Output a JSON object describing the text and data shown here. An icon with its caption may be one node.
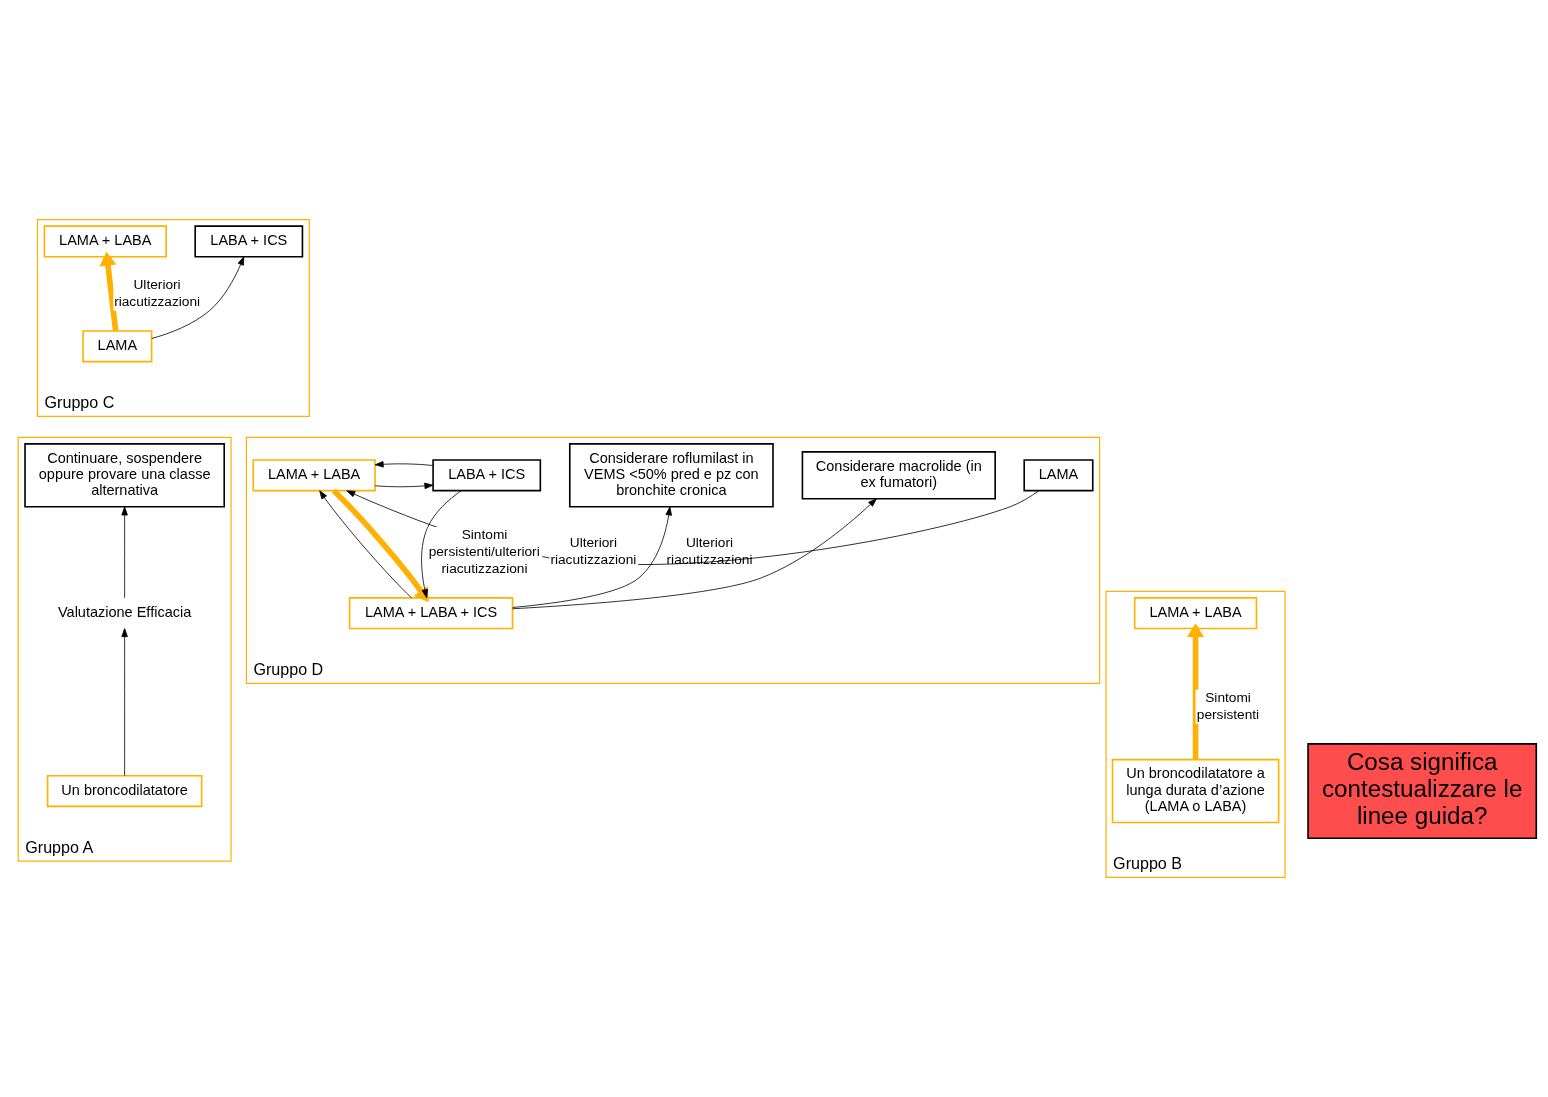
{
  "diagram": {
    "nodes": [
      {
        "text": [
          "Gruppo C"
        ]
      },
      {
        "text": [
          "LAMA + LABA"
        ],
        "in": 0
      },
      {
        "text": [
          "LABA + ICS"
        ],
        "in": 0
      },
      {
        "text": [
          "LAMA"
        ],
        "in": 0
      },
      {
        "text": [
          "Gruppo D"
        ]
      },
      {
        "text": [
          "Considerare roflumilast in VEMS <50% pred e pz con bronchite cronica"
        ],
        "in": 4
      },
      {
        "text": [
          "Considerare macrolide (in ex fumatori)"
        ],
        "in": 4
      },
      {
        "text": [
          "LAMA + LABA + ICS"
        ],
        "in": 4
      },
      {
        "text": [
          "LAMA"
        ],
        "in": 4
      },
      {
        "text": [
          "LAMA + LABA"
        ],
        "in": 4
      },
      {
        "text": [
          "LABA + ICS"
        ],
        "in": 4
      },
      {
        "text": [
          "Gruppo A"
        ]
      },
      {
        "text": [
          "Continuare, sospendere oppure provare una classe alternativa"
        ],
        "in": 11
      },
      {
        "text": [
          "Valutazione Efficacia"
        ],
        "in": 11
      },
      {
        "text": [
          "Un broncodilatatore"
        ],
        "in": 11
      },
      {
        "text": [
          "Gruppo B"
        ]
      },
      {
        "text": [
          "LAMA + LABA"
        ],
        "in": 15
      },
      {
        "text": [
          "Un broncodilatatore a lunga durata d’azione (LAMA o LABA)"
        ],
        "in": 15
      }
    ],
    "edges": [
      {
        "from": 3,
        "to": 1,
        "arrow": "to",
        "label": "Ulteriori riacutizzazioni",
        "style": "thick",
        "color": "#ffb000"
      },
      {
        "from": 3,
        "to": 2,
        "arrow": "to"
      },
      {
        "from": 8,
        "to": 9,
        "arrow": "to",
        "label": "Ulteriori riacutizzazioni"
      },
      {
        "from": 9,
        "to": 7,
        "arrow": "to",
        "style": "thick",
        "color": "#ffb000"
      },
      {
        "from": 7,
        "to": 9,
        "arrow": "to"
      },
      {
        "from": 7,
        "to": 5,
        "arrow": "to",
        "label": "Ulteriori riacutizzazioni"
      },
      {
        "from": 7,
        "to": 6,
        "arrow": "to"
      },
      {
        "from": 10,
        "to": 9,
        "arrow": "to"
      },
      {
        "from": 9,
        "to": 10,
        "arrow": "to"
      },
      {
        "from": 10,
        "to": 7,
        "arrow": "to",
        "label": "Sintomi persistenti/ulteriori riacutizzazioni"
      },
      {
        "from": 14,
        "to": 13,
        "arrow": "to"
      },
      {
        "from": 13,
        "to": 12,
        "arrow": "to"
      },
      {
        "from": 17,
        "to": 16,
        "arrow": "to",
        "label": "Sintomi persistenti",
        "style": "thick",
        "color": "#ffb000"
      }
    ],
    "labels": [
      "Cosa significa contestualizzare le linee guida?"
    ]
  }
}
